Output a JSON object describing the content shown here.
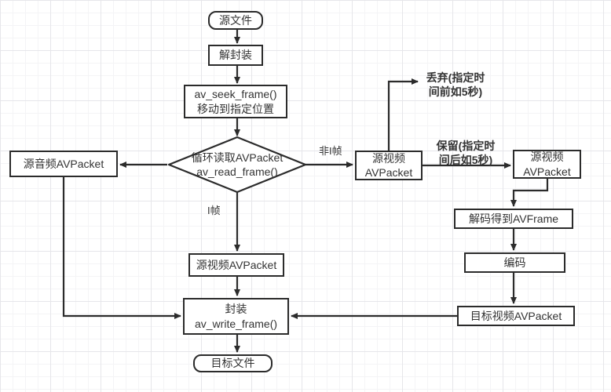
{
  "diagram": {
    "title": "video clip flow (FFmpeg)",
    "nodes": {
      "source_file": {
        "label": "源文件",
        "shape": "rounded"
      },
      "demux": {
        "label": "解封装",
        "shape": "rect"
      },
      "seek": {
        "label": "av_seek_frame()\n移动到指定位置",
        "shape": "rect"
      },
      "read_loop": {
        "label": "循环读取AVPacket\nav_read_frame()",
        "shape": "diamond"
      },
      "audio_packet": {
        "label": "源音频AVPacket",
        "shape": "rect"
      },
      "video_packet_1": {
        "label": "源视频\nAVPacket",
        "shape": "rect"
      },
      "video_packet_2": {
        "label": "源视频\nAVPacket",
        "shape": "rect"
      },
      "decode": {
        "label": "解码得到AVFrame",
        "shape": "rect"
      },
      "encode": {
        "label": "编码",
        "shape": "rect"
      },
      "target_video_packet": {
        "label": "目标视频AVPacket",
        "shape": "rect"
      },
      "video_packet_3": {
        "label": "源视频AVPacket",
        "shape": "rect"
      },
      "mux": {
        "label": "封装\nav_write_frame()",
        "shape": "rect"
      },
      "target_file": {
        "label": "目标文件",
        "shape": "rounded"
      }
    },
    "edge_labels": {
      "non_i_frame": "非I帧",
      "i_frame": "I帧",
      "discard": "丢弃(指定时\n间前如5秒)",
      "keep": "保留(指定时\n间后如5秒)"
    },
    "colors": {
      "stroke": "#2b2b2b",
      "text": "#333333",
      "node_fill": "#ffffff",
      "grid_minor": "#f4f4f6",
      "grid_major": "#e6e6ea"
    }
  }
}
